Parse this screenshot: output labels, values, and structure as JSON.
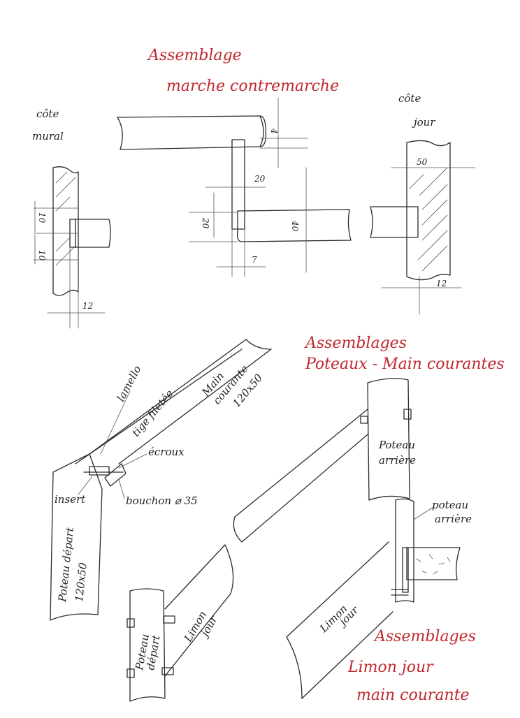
{
  "colors": {
    "ink": "#2a2a2a",
    "red_ink": "#c0282d",
    "paper": "#ffffff"
  },
  "titles": {
    "t1_line1": "Assemblage",
    "t1_line2": "marche contremarche",
    "t2_line1": "Assemblages",
    "t2_line2": "Poteaux - Main courantes",
    "t3_line1": "Assemblages",
    "t3_line2": "Limon jour",
    "t3_line3": "main courante"
  },
  "labels": {
    "cote_1": "côte",
    "mural": "mural",
    "cote_2": "côte",
    "jour": "jour",
    "lamello": "lamello",
    "tige_filetee": "tige filetée",
    "main_courante_1": "Main",
    "main_courante_2": "courante",
    "main_courante_size": "120x50",
    "ecrous": "écroux",
    "insert": "insert",
    "bouchon": "bouchon ⌀ 35",
    "poteau_depart_1": "Poteau départ",
    "poteau_depart_size": "120x50",
    "poteau_arriere_1": "Poteau",
    "poteau_arriere_2": "arrière",
    "poteau_arriere_3": "poteau",
    "poteau_arriere_4": "arrière",
    "limon_jour_1": "Limon",
    "limon_jour_2": "jour",
    "limon_jour_3": "Limon",
    "limon_jour_4": "jour",
    "poteau_depart_small_1": "Poteau",
    "poteau_depart_small_2": "départ"
  },
  "dimensions": {
    "d_10a": "10",
    "d_10b": "10",
    "d_12a": "12",
    "d_4": "4",
    "d_20a": "20",
    "d_20b": "20",
    "d_40": "40",
    "d_7": "7",
    "d_50": "50",
    "d_12b": "12"
  }
}
